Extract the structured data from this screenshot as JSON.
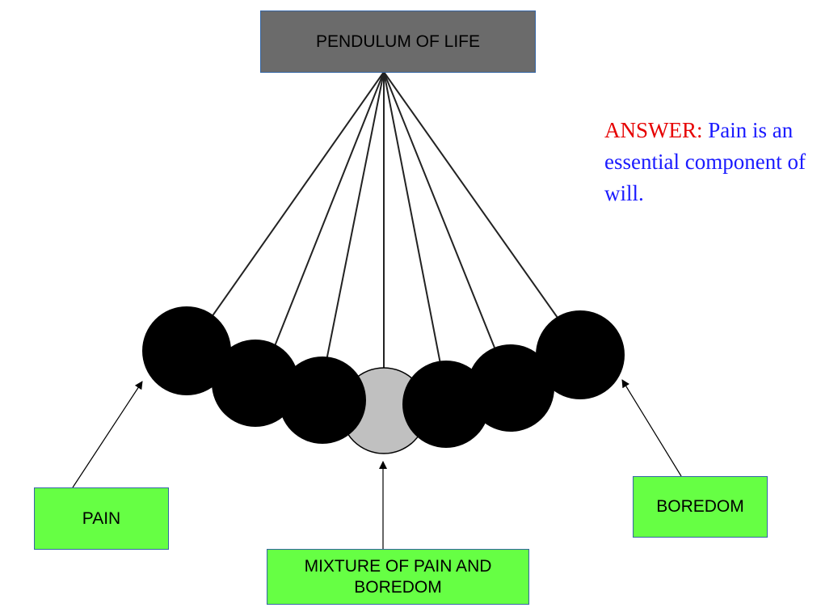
{
  "title": "PENDULUM OF LIFE",
  "labels": {
    "pain": "PAIN",
    "boredom": "BOREDOM",
    "mixture": "MIXTURE OF PAIN AND\nBOREDOM"
  },
  "answer": {
    "label": "ANSWER:",
    "text": " Pain is an essential component of will."
  },
  "colors": {
    "title_box": "#6b6b6b",
    "label_box": "#66ff44",
    "box_border": "#3465a4",
    "ball": "#000000",
    "center_ball": "#c0c0c0",
    "answer_label": "#e60000",
    "answer_text": "#1a1aff"
  }
}
